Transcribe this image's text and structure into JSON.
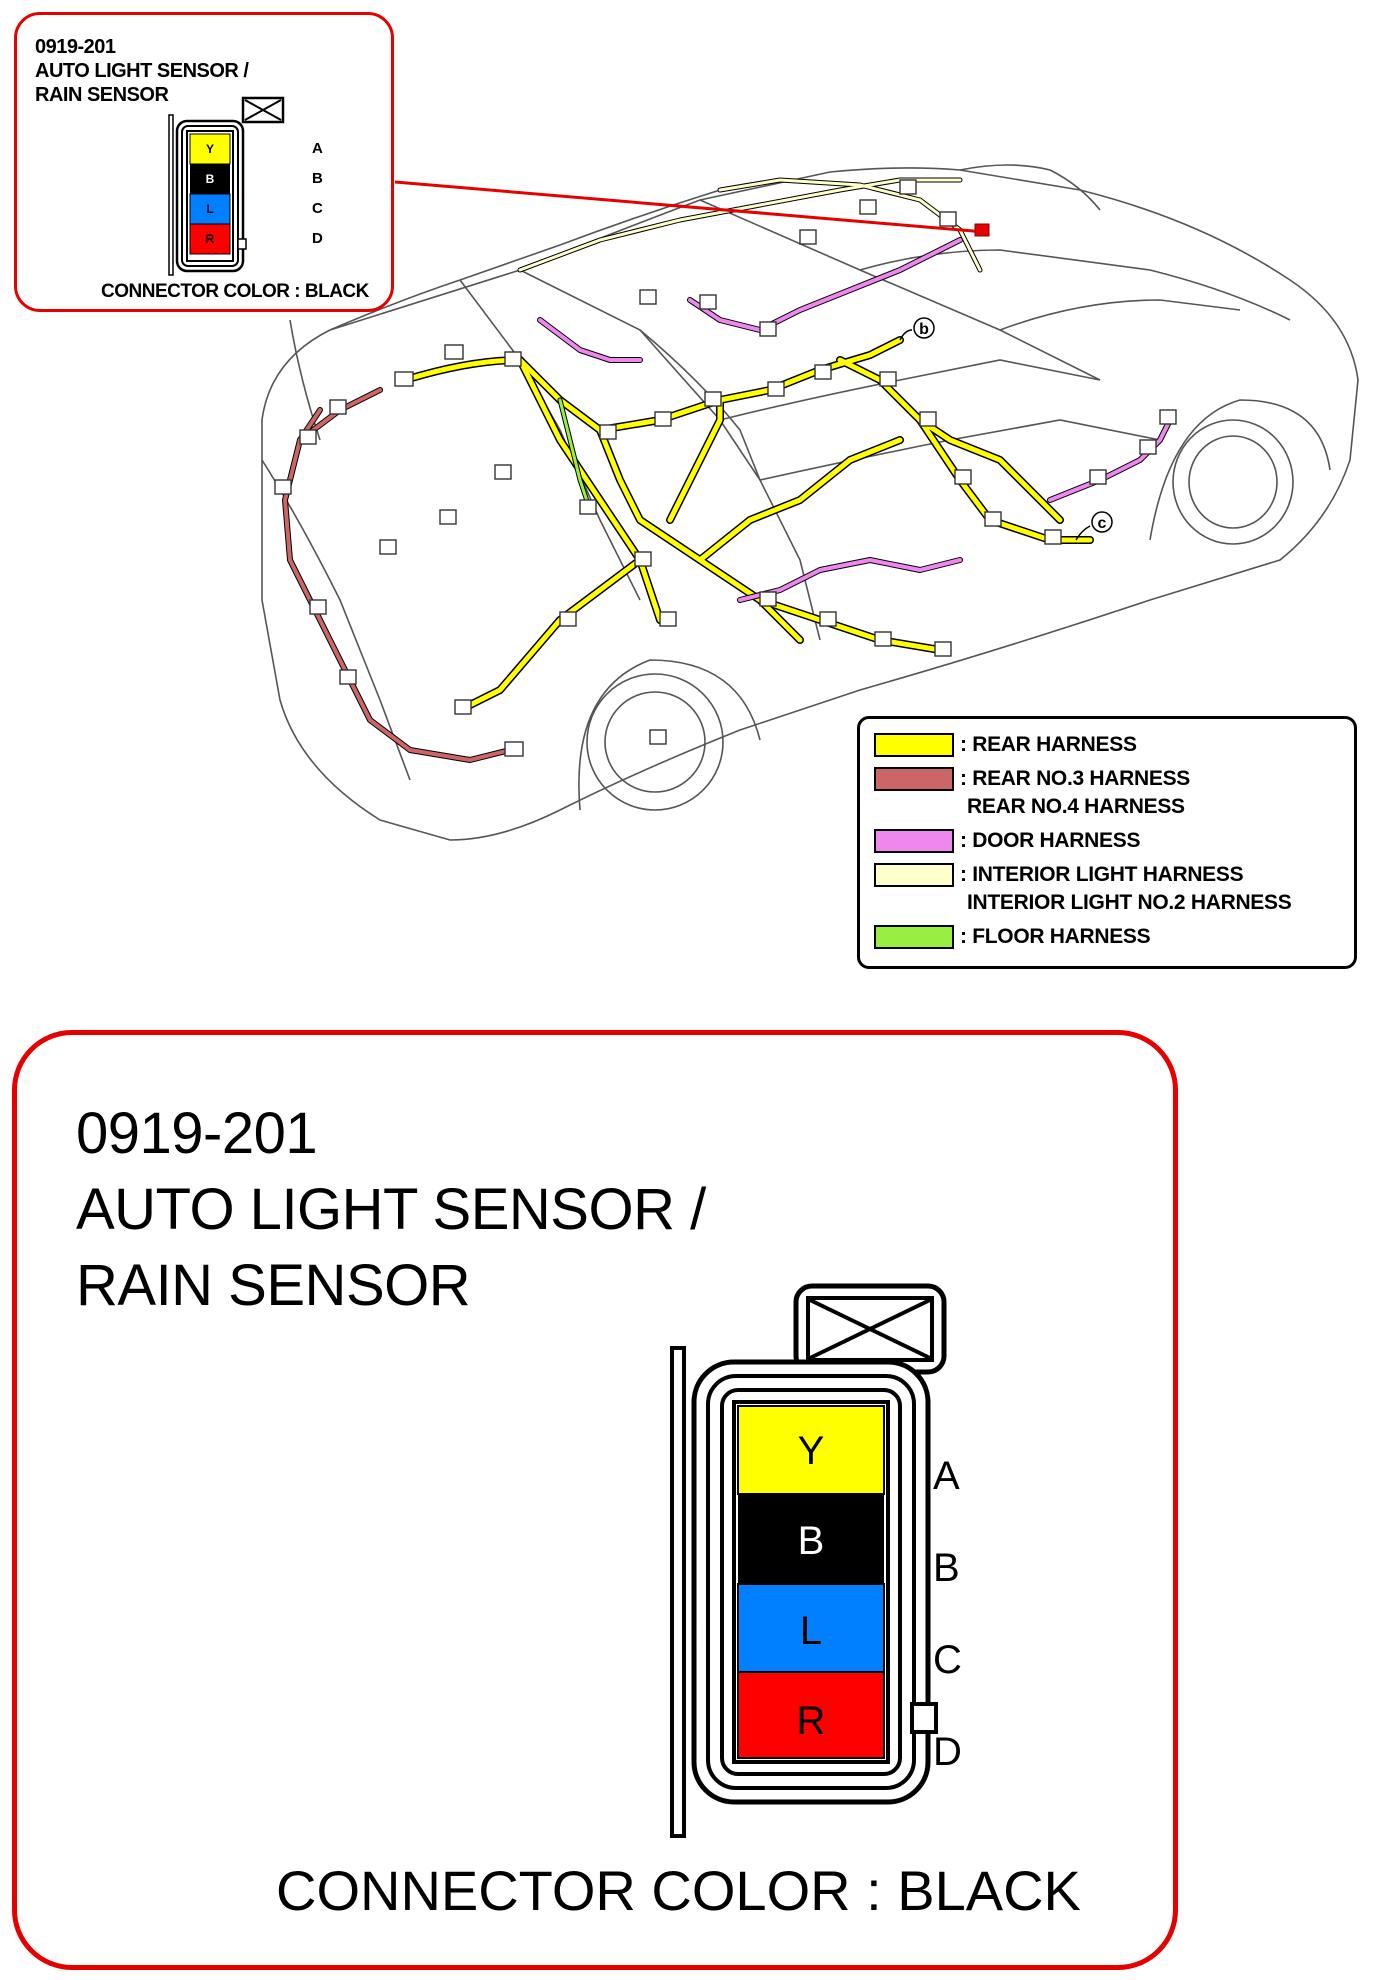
{
  "callout_small": {
    "code": "0919-201",
    "name_line1": "AUTO LIGHT SENSOR /",
    "name_line2": "RAIN SENSOR",
    "connector_color": "CONNECTOR COLOR : BLACK"
  },
  "markers": {
    "b": "b",
    "c": "c"
  },
  "legend": [
    {
      "lines": [
        ": REAR HARNESS"
      ],
      "color": "#ffff00"
    },
    {
      "lines": [
        ": REAR NO.3 HARNESS",
        "REAR NO.4 HARNESS"
      ],
      "color": "#cc6666"
    },
    {
      "lines": [
        ": DOOR HARNESS"
      ],
      "color": "#ee88ee"
    },
    {
      "lines": [
        ": INTERIOR LIGHT HARNESS",
        "INTERIOR LIGHT NO.2 HARNESS"
      ],
      "color": "#ffffcc"
    },
    {
      "lines": [
        ": FLOOR HARNESS"
      ],
      "color": "#99ee44"
    }
  ],
  "detail": {
    "code": "0919-201",
    "name_line1": "AUTO LIGHT SENSOR /",
    "name_line2": "RAIN SENSOR",
    "connector_color": "CONNECTOR COLOR : BLACK",
    "pins": [
      {
        "letter": "A",
        "wire": "Y",
        "color": "#ffff00",
        "text_color": "#000000"
      },
      {
        "letter": "B",
        "wire": "B",
        "color": "#000000",
        "text_color": "#ffffff"
      },
      {
        "letter": "C",
        "wire": "L",
        "color": "#0080ff",
        "text_color": "#000000"
      },
      {
        "letter": "D",
        "wire": "R",
        "color": "#ff0000",
        "text_color": "#000000"
      }
    ]
  },
  "colors": {
    "callout_border": "#e60000",
    "pointer_line": "#e60000"
  }
}
